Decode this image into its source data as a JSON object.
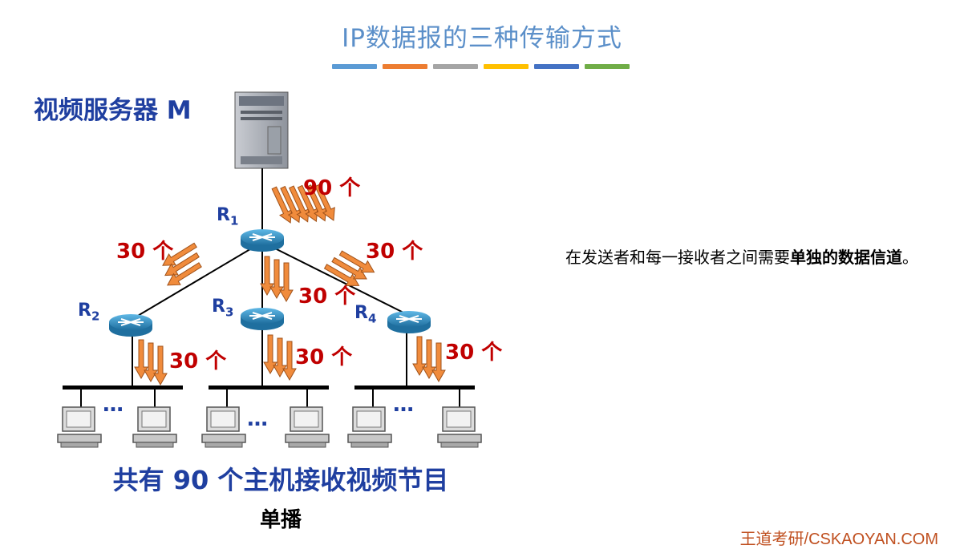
{
  "title": "IP数据报的三种传输方式",
  "title_bar_colors": [
    "#5b9bd5",
    "#ed7d31",
    "#a5a5a5",
    "#ffc000",
    "#4472c4",
    "#70ad47"
  ],
  "server": {
    "label": "视频服务器 M"
  },
  "routers": [
    {
      "name": "R",
      "sub": "1"
    },
    {
      "name": "R",
      "sub": "2"
    },
    {
      "name": "R",
      "sub": "3"
    },
    {
      "name": "R",
      "sub": "4"
    }
  ],
  "flows": {
    "server_to_r1": "90 个",
    "r1_to_r2": "30 个",
    "r1_to_r3": "30 个",
    "r1_to_r4": "30 个",
    "r2_to_lan": "30 个",
    "r3_to_lan": "30 个",
    "r4_to_lan": "30 个"
  },
  "ellipsis": "…",
  "summary": "共有 90 个主机接收视频节目",
  "caption": "单播",
  "note": {
    "text_plain": "在发送者和每一接收者之间需要",
    "text_bold": "单独的数据信道",
    "text_end": "。"
  },
  "footer": "王道考研/CSKAOYAN.COM",
  "colors": {
    "arrow": "#f08b3c",
    "router": "#2e8fc0",
    "count": "#c00000",
    "label": "#1f3fa0"
  }
}
